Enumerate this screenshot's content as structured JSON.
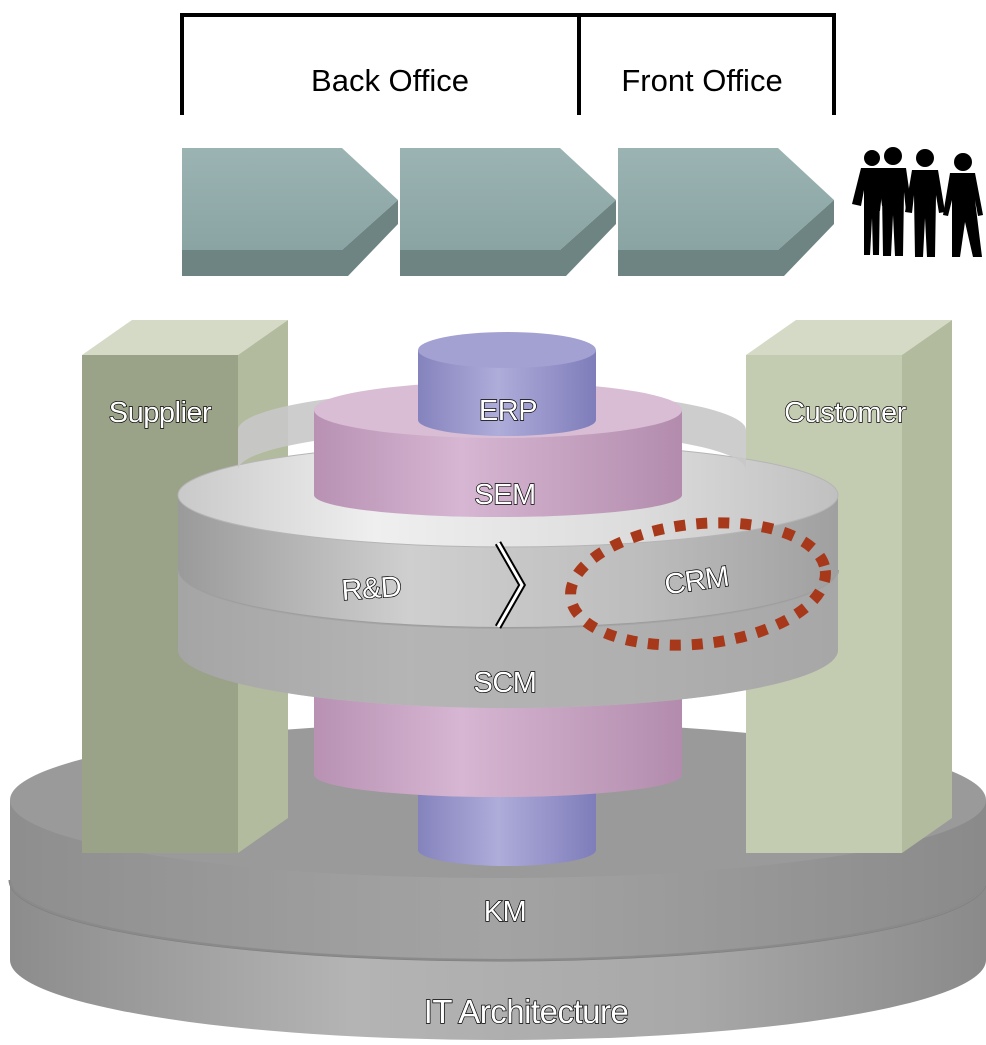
{
  "header": {
    "back_office": "Back Office",
    "front_office": "Front Office"
  },
  "pillars": {
    "left": "Supplier",
    "right": "Customer"
  },
  "core": {
    "erp": "ERP",
    "sem": "SEM",
    "rnd": "R&D",
    "crm": "CRM",
    "scm": "SCM",
    "km": "KM"
  },
  "base": {
    "label": "IT Architecture"
  },
  "icons": {
    "process_arrows": "chevron-arrow-icon",
    "people": "people-silhouette-icon",
    "connector": "chevron-right-icon"
  },
  "colors": {
    "arrow_face": "#8faaa9",
    "pillar": "#c3cbb1",
    "sem_ring": "#c9a5c4",
    "erp_cylinder": "#9c9acc",
    "middle_ring": "#b9b9b9",
    "base_disk": "#a5a5a5",
    "highlight_dots": "#a8381a"
  }
}
